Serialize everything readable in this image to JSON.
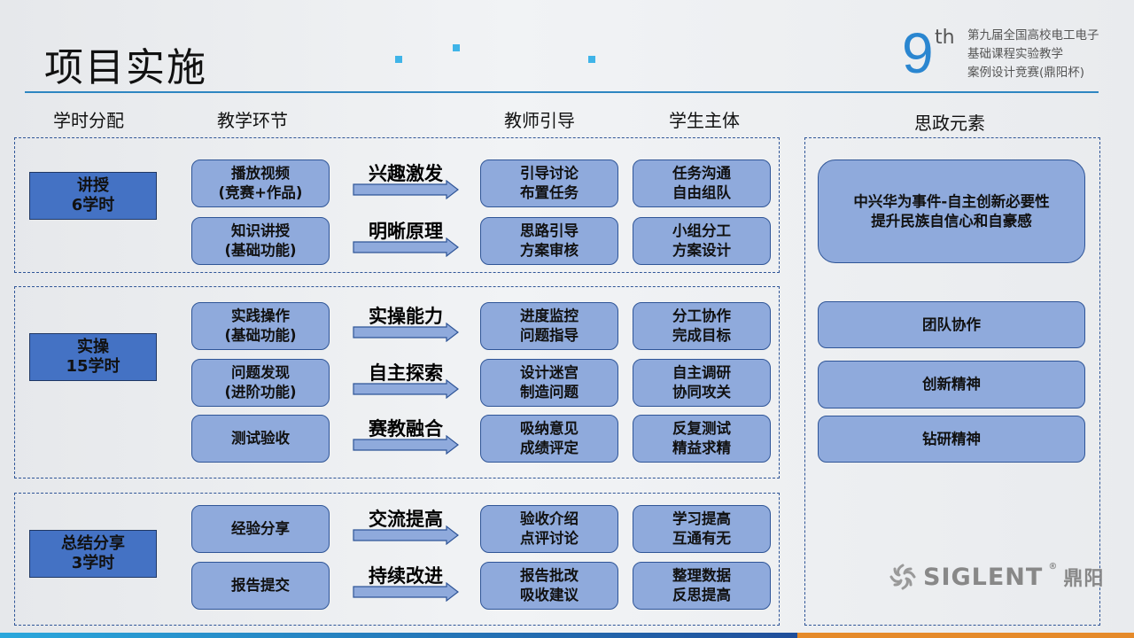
{
  "title": "项目实施",
  "competition": {
    "ordinal_number": "9",
    "ordinal_suffix": "th",
    "lines": [
      "第九届全国高校电工电子",
      "基础课程实验教学",
      "案例设计竞赛(鼎阳杯)"
    ]
  },
  "headers": {
    "hours": "学时分配",
    "teaching": "教学环节",
    "teacher": "教师引导",
    "student": "学生主体",
    "ideology": "思政元素"
  },
  "sections": [
    {
      "lines": [
        "讲授",
        "6学时"
      ],
      "rows": [
        {
          "step": [
            "播放视频",
            "(竞赛+作品)"
          ],
          "arrow": "兴趣激发",
          "teacher": [
            "引导讨论",
            "布置任务"
          ],
          "student": [
            "任务沟通",
            "自由组队"
          ]
        },
        {
          "step": [
            "知识讲授",
            "(基础功能)"
          ],
          "arrow": "明晰原理",
          "teacher": [
            "思路引导",
            "方案审核"
          ],
          "student": [
            "小组分工",
            "方案设计"
          ]
        }
      ]
    },
    {
      "lines": [
        "实操",
        "15学时"
      ],
      "rows": [
        {
          "step": [
            "实践操作",
            "(基础功能)"
          ],
          "arrow": "实操能力",
          "teacher": [
            "进度监控",
            "问题指导"
          ],
          "student": [
            "分工协作",
            "完成目标"
          ]
        },
        {
          "step": [
            "问题发现",
            "(进阶功能)"
          ],
          "arrow": "自主探索",
          "teacher": [
            "设计迷宫",
            "制造问题"
          ],
          "student": [
            "自主调研",
            "协同攻关"
          ]
        },
        {
          "step": [
            "测试验收"
          ],
          "arrow": "赛教融合",
          "teacher": [
            "吸纳意见",
            "成绩评定"
          ],
          "student": [
            "反复测试",
            "精益求精"
          ]
        }
      ]
    },
    {
      "lines": [
        "总结分享",
        "3学时"
      ],
      "rows": [
        {
          "step": [
            "经验分享"
          ],
          "arrow": "交流提高",
          "teacher": [
            "验收介绍",
            "点评讨论"
          ],
          "student": [
            "学习提高",
            "互通有无"
          ]
        },
        {
          "step": [
            "报告提交"
          ],
          "arrow": "持续改进",
          "teacher": [
            "报告批改",
            "吸收建议"
          ],
          "student": [
            "整理数据",
            "反思提高"
          ]
        }
      ]
    }
  ],
  "ideology": [
    [
      "中兴华为事件-自主创新必要性",
      "提升民族自信心和自豪感"
    ],
    [
      "团队协作"
    ],
    [
      "创新精神"
    ],
    [
      "钻研精神"
    ]
  ],
  "brand": {
    "name": "SIGLENT",
    "mark": "®",
    "cn": "鼎阳"
  },
  "colors": {
    "box": "#4472c4",
    "pill": "#8faadc",
    "border": "#2f5597",
    "accent": "#2e86c1",
    "orange": "#e58a2a"
  }
}
